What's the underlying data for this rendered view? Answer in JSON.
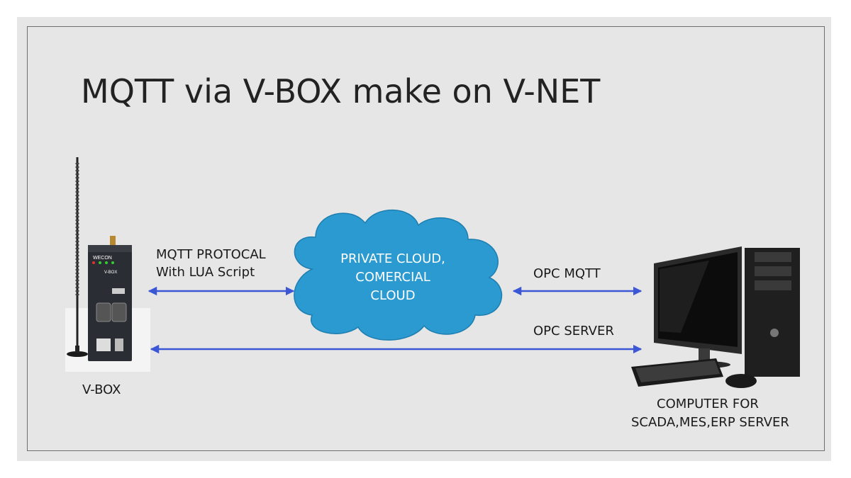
{
  "title": "MQTT via V-BOX make on V-NET",
  "labels": {
    "mqtt_protocol_line1": "MQTT PROTOCAL",
    "mqtt_protocol_line2": "With LUA Script",
    "opc_mqtt": "OPC MQTT",
    "opc_server": "OPC SERVER",
    "vbox": "V-BOX",
    "computer_line1": "COMPUTER FOR",
    "computer_line2": "SCADA,MES,ERP SERVER"
  },
  "cloud": {
    "line1": "PRIVATE CLOUD,",
    "line2": "COMERCIAL",
    "line3": "CLOUD"
  },
  "device_text": {
    "brand": "WECON",
    "model": "V-BOX"
  },
  "colors": {
    "cloud": "#2b9ad1",
    "arrow": "#3b57d6",
    "background": "#e6e6e6"
  },
  "icons": {
    "vbox": "iot-gateway-device",
    "computer": "desktop-computer-with-tower"
  }
}
